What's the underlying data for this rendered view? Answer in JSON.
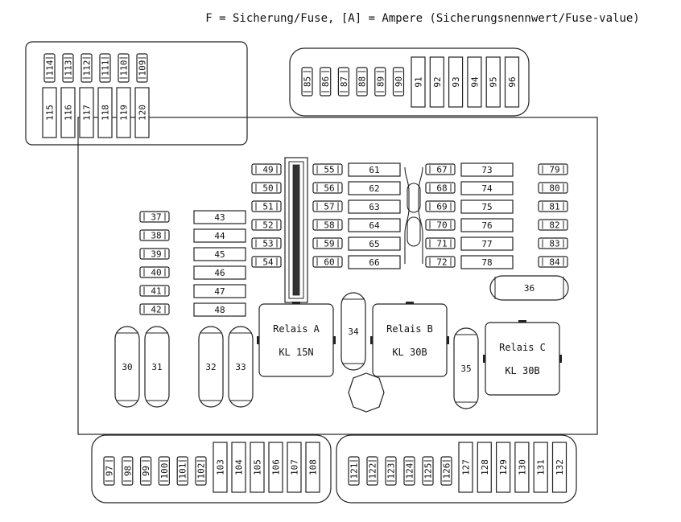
{
  "header": {
    "legend": "F = Sicherung/Fuse, [A] = Ampere (Sicherungsnennwert/Fuse-value)"
  },
  "fuses": {
    "top_left_small": [
      "114",
      "113",
      "112",
      "111",
      "110",
      "109"
    ],
    "top_left_large": [
      "115",
      "116",
      "117",
      "118",
      "119",
      "120"
    ],
    "top_right_small": [
      "85",
      "86",
      "87",
      "88",
      "89",
      "90"
    ],
    "top_right_large": [
      "91",
      "92",
      "93",
      "94",
      "95",
      "96"
    ],
    "col_a": [
      "49",
      "50",
      "51",
      "52",
      "53",
      "54"
    ],
    "col_b": [
      "55",
      "56",
      "57",
      "58",
      "59",
      "60"
    ],
    "col_c": [
      "61",
      "62",
      "63",
      "64",
      "65",
      "66"
    ],
    "col_d": [
      "67",
      "68",
      "69",
      "70",
      "71",
      "72"
    ],
    "col_e": [
      "73",
      "74",
      "75",
      "76",
      "77",
      "78"
    ],
    "col_f": [
      "79",
      "80",
      "81",
      "82",
      "83",
      "84"
    ],
    "left_small": [
      "37",
      "38",
      "39",
      "40",
      "41",
      "42"
    ],
    "left_large": [
      "43",
      "44",
      "45",
      "46",
      "47",
      "48"
    ],
    "maxi": [
      "30",
      "31",
      "32",
      "33",
      "34",
      "35",
      "36"
    ],
    "bottom_left_small": [
      "97",
      "98",
      "99",
      "100",
      "101",
      "102"
    ],
    "bottom_left_large": [
      "103",
      "104",
      "105",
      "106",
      "107",
      "108"
    ],
    "bottom_right_small": [
      "121",
      "122",
      "123",
      "124",
      "125",
      "126"
    ],
    "bottom_right_large": [
      "127",
      "128",
      "129",
      "130",
      "131",
      "132"
    ]
  },
  "relays": [
    {
      "name": "Relais A",
      "terminal": "KL 15N"
    },
    {
      "name": "Relais B",
      "terminal": "KL 30B"
    },
    {
      "name": "Relais C",
      "terminal": "KL 30B"
    }
  ]
}
